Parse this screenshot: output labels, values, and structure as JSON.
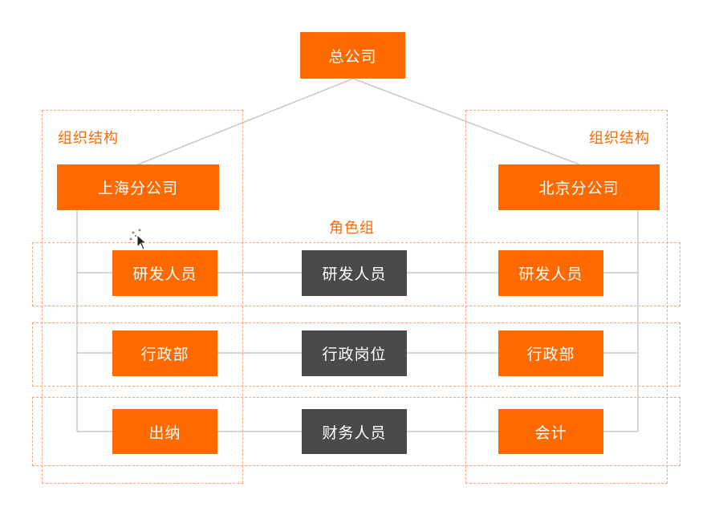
{
  "headquarters": "总公司",
  "org_label_left": "组织结构",
  "org_label_right": "组织结构",
  "role_group_label": "角色组",
  "branches": {
    "shanghai": "上海分公司",
    "beijing": "北京分公司"
  },
  "rows": [
    {
      "left": "研发人员",
      "role": "研发人员",
      "right": "研发人员"
    },
    {
      "left": "行政部",
      "role": "行政岗位",
      "right": "行政部"
    },
    {
      "left": "出纳",
      "role": "财务人员",
      "right": "会计"
    }
  ],
  "colors": {
    "orange": "#ff6a00",
    "dark": "#4a4a4a",
    "line": "#c8c8c8",
    "dash": "#f4a67a"
  }
}
